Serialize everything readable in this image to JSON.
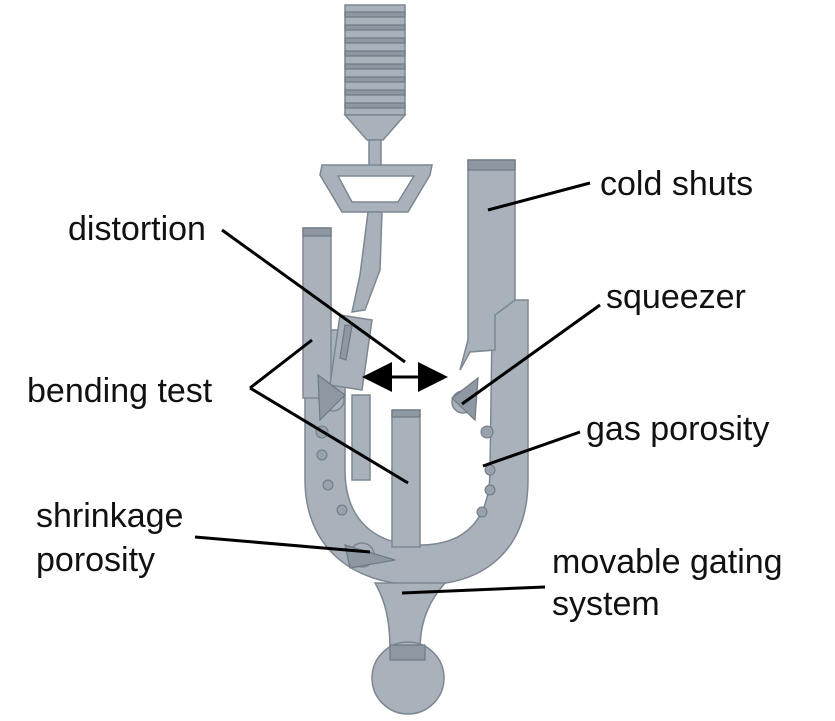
{
  "labels": {
    "cold_shuts": "cold shuts",
    "distortion": "distortion",
    "squeezer": "squeezer",
    "bending_test": "bending test",
    "gas_porosity": "gas porosity",
    "shrinkage_porosity_1": "shrinkage",
    "shrinkage_porosity_2": "porosity",
    "movable_gating_1": "movable gating",
    "movable_gating_2": "system"
  },
  "colors": {
    "part": "#a9b2bb",
    "line": "#000000"
  }
}
